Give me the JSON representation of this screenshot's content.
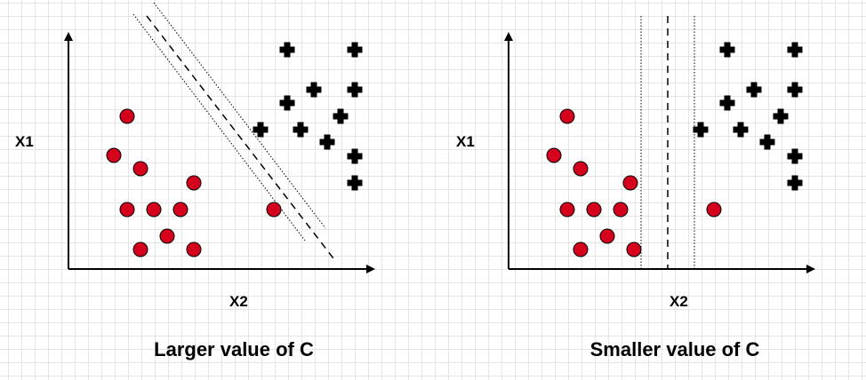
{
  "panels": [
    {
      "caption": "Larger value of C",
      "x_axis_label": "X2",
      "y_axis_label": "X1"
    },
    {
      "caption": "Smaller value of C",
      "x_axis_label": "X2",
      "y_axis_label": "X1"
    }
  ],
  "colors": {
    "circle_fill": "#d5001c",
    "circle_stroke": "#000000",
    "cross_fill": "#000000",
    "axis": "#000000"
  },
  "icons": {
    "class_a_marker": "red-circle",
    "class_b_marker": "black-cross"
  }
}
